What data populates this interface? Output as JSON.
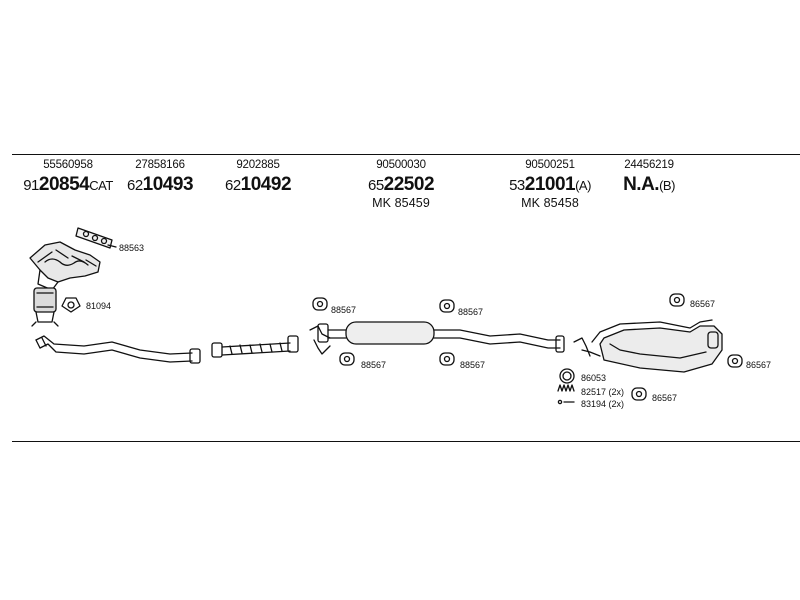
{
  "columns": [
    {
      "oe": "55560958",
      "prefix": "91",
      "number": "20854",
      "suffix": "CAT",
      "mk": ""
    },
    {
      "oe": "27858166",
      "prefix": "62",
      "number": "10493",
      "suffix": "",
      "mk": ""
    },
    {
      "oe": "9202885",
      "prefix": "62",
      "number": "10492",
      "suffix": "",
      "mk": ""
    },
    {
      "oe": "90500030",
      "prefix": "65",
      "number": "22502",
      "suffix": "",
      "mk": "MK  85459"
    },
    {
      "oe": "90500251",
      "prefix": "53",
      "number": "21001",
      "suffix": "(A)",
      "mk": "MK  85458"
    },
    {
      "oe": "24456219",
      "prefix": "",
      "number": "N.A.",
      "suffix": "(B)",
      "mk": ""
    }
  ],
  "part_labels": {
    "gasket": "88563",
    "cat_gasket": "81094",
    "front_hanger_1": "88567",
    "front_hanger_2": "88567",
    "mid_hanger_1": "88567",
    "mid_hanger_2": "88567",
    "rear_hanger_1": "86567",
    "rear_hanger_2": "86567",
    "rear_hanger_3": "86567",
    "ring": "86053",
    "clamp": "82517 (2x)",
    "bolt": "83194 (2x)"
  }
}
